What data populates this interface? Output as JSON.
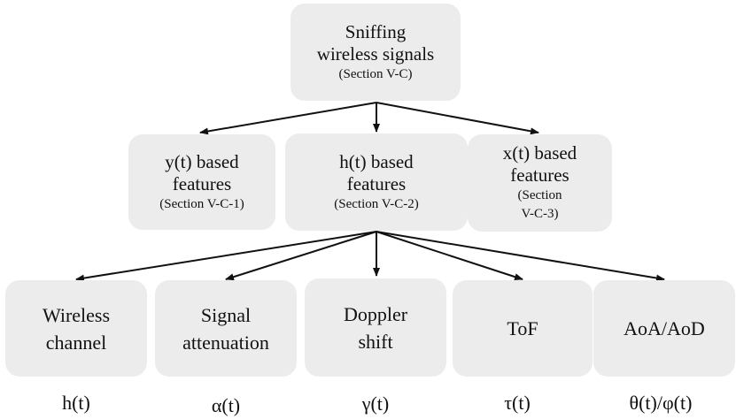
{
  "nodes": {
    "root": {
      "line1": "Sniffing",
      "line2": "wireless signals",
      "sub": "(Section V-C)"
    },
    "yt": {
      "line1": "y(t) based",
      "line2": "features",
      "sub": "(Section V-C-1)"
    },
    "ht": {
      "line1": "h(t) based",
      "line2": "features",
      "sub": "(Section V-C-2)"
    },
    "xt": {
      "line1": "x(t) based",
      "line2": "features",
      "sub1": "(Section",
      "sub2": "V-C-3)"
    },
    "channel": {
      "line1": "Wireless",
      "line2": "channel"
    },
    "attenuation": {
      "line1": "Signal",
      "line2": "attenuation"
    },
    "doppler": {
      "line1": "Doppler",
      "line2": "shift"
    },
    "tof": {
      "line1": "ToF"
    },
    "aoa": {
      "line1": "AoA/AoD"
    }
  },
  "symbols": {
    "channel": "h(t)",
    "attenuation": "α(t)",
    "doppler": "γ(t)",
    "tof": "τ(t)",
    "aoa": "θ(t)/φ(t)"
  },
  "colors": {
    "box_fill": "#ececec",
    "arrow": "#111111"
  }
}
